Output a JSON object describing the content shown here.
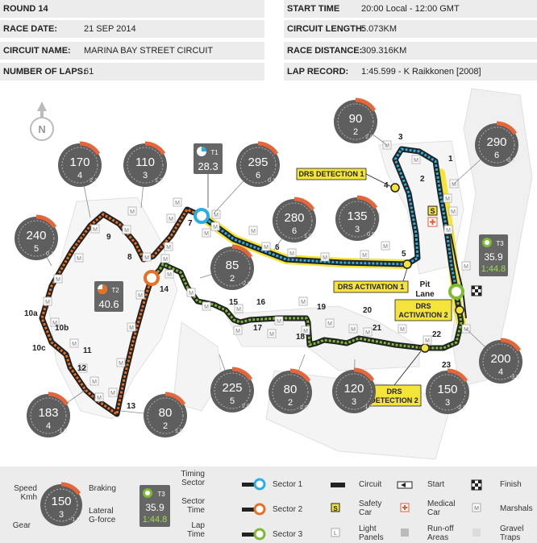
{
  "info": {
    "round": "ROUND 14",
    "race_date_label": "RACE DATE:",
    "race_date": "21 SEP 2014",
    "circuit_name_label": "CIRCUIT NAME:",
    "circuit_name": "MARINA BAY STREET CIRCUIT",
    "laps_label": "NUMBER OF LAPS:",
    "laps": "61",
    "start_time_label": "START TIME",
    "start_time": "20:00 Local - 12:00 GMT",
    "length_label": "CIRCUIT LENGTH:",
    "length": "5.073KM",
    "distance_label": "RACE DISTANCE:",
    "distance": "309.316KM",
    "record_label": "LAP RECORD:",
    "record": "1:45.599 - K Raikkonen [2008]"
  },
  "compass": "N",
  "turns": [
    "1",
    "2",
    "3",
    "4",
    "5",
    "6",
    "7",
    "8",
    "9",
    "10a",
    "10b",
    "10c",
    "11",
    "12",
    "13",
    "14",
    "15",
    "16",
    "17",
    "18",
    "19",
    "20",
    "21",
    "22",
    "23"
  ],
  "gauges": [
    {
      "speed": "90",
      "gear": "2",
      "g": "2.0"
    },
    {
      "speed": "290",
      "gear": "6",
      "g": "-0.1"
    },
    {
      "speed": "170",
      "gear": "4",
      "g": "2.1"
    },
    {
      "speed": "110",
      "gear": "3",
      "g": "1.3"
    },
    {
      "speed": "295",
      "gear": "6",
      "g": "0.1"
    },
    {
      "speed": "280",
      "gear": "6",
      "g": "1.0"
    },
    {
      "speed": "135",
      "gear": "3",
      "g": "0.5"
    },
    {
      "speed": "240",
      "gear": "5",
      "g": "0.1"
    },
    {
      "speed": "85",
      "gear": "2",
      "g": "-2.0"
    },
    {
      "speed": "200",
      "gear": "4",
      "g": "-3.0"
    },
    {
      "speed": "225",
      "gear": "5",
      "g": "2.0"
    },
    {
      "speed": "80",
      "gear": "2",
      "g": "2.0"
    },
    {
      "speed": "120",
      "gear": "3",
      "g": "-1.0"
    },
    {
      "speed": "150",
      "gear": "3",
      "g": "-2.2"
    },
    {
      "speed": "183",
      "gear": "4",
      "g": "-1.0"
    },
    {
      "speed": "80",
      "gear": "2",
      "g": "1.6"
    }
  ],
  "sectors": [
    {
      "label": "T1",
      "time": "28.3"
    },
    {
      "label": "T2",
      "time": "40.6"
    },
    {
      "label": "T3",
      "time": "35.9",
      "lap": "1:44.8"
    }
  ],
  "drs": {
    "detection_1": "DRS DETECTION 1",
    "activation_1": "DRS ACTIVATION 1",
    "activation_2a": "DRS",
    "activation_2b": "ACTIVATION 2",
    "detection_2a": "DRS",
    "detection_2b": "DETECTION 2"
  },
  "pit_lane_a": "Pit",
  "pit_lane_b": "Lane",
  "safety_car_badge": "S",
  "marshal_badge": "M",
  "light_badge": "L",
  "legend": {
    "speed": "Speed",
    "kmh": "Kmh",
    "gear": "Gear",
    "braking": "Braking",
    "lateral": "Lateral",
    "gforce": "G-force",
    "timing": "Timing",
    "sector": "Sector",
    "sector2": "Sector",
    "time": "Time",
    "lap": "Lap",
    "time2": "Time",
    "example_speed": "150",
    "example_gear": "3",
    "example_g": "-1.0",
    "example_t": "T3",
    "example_time": "35.9",
    "example_lap": "1:44.8",
    "sector1": "Sector 1",
    "sector2_label": "Sector 2",
    "sector3": "Sector 3",
    "circuit": "Circuit",
    "start": "Start",
    "finish": "Finish",
    "safety_a": "Safety",
    "safety_b": "Car",
    "medical_a": "Medical",
    "medical_b": "Car",
    "marshals": "Marshals",
    "light_a": "Light",
    "light_b": "Panels",
    "runoff_a": "Run-off",
    "runoff_b": "Areas",
    "gravel_a": "Gravel",
    "gravel_b": "Traps"
  },
  "colors": {
    "sector1": "#29aee3",
    "sector2": "#e87022",
    "sector3": "#7dbb33",
    "drs": "#f3e33a",
    "brake": "#e8653a",
    "track": "#222222",
    "gauge": "#5e5e5e"
  }
}
